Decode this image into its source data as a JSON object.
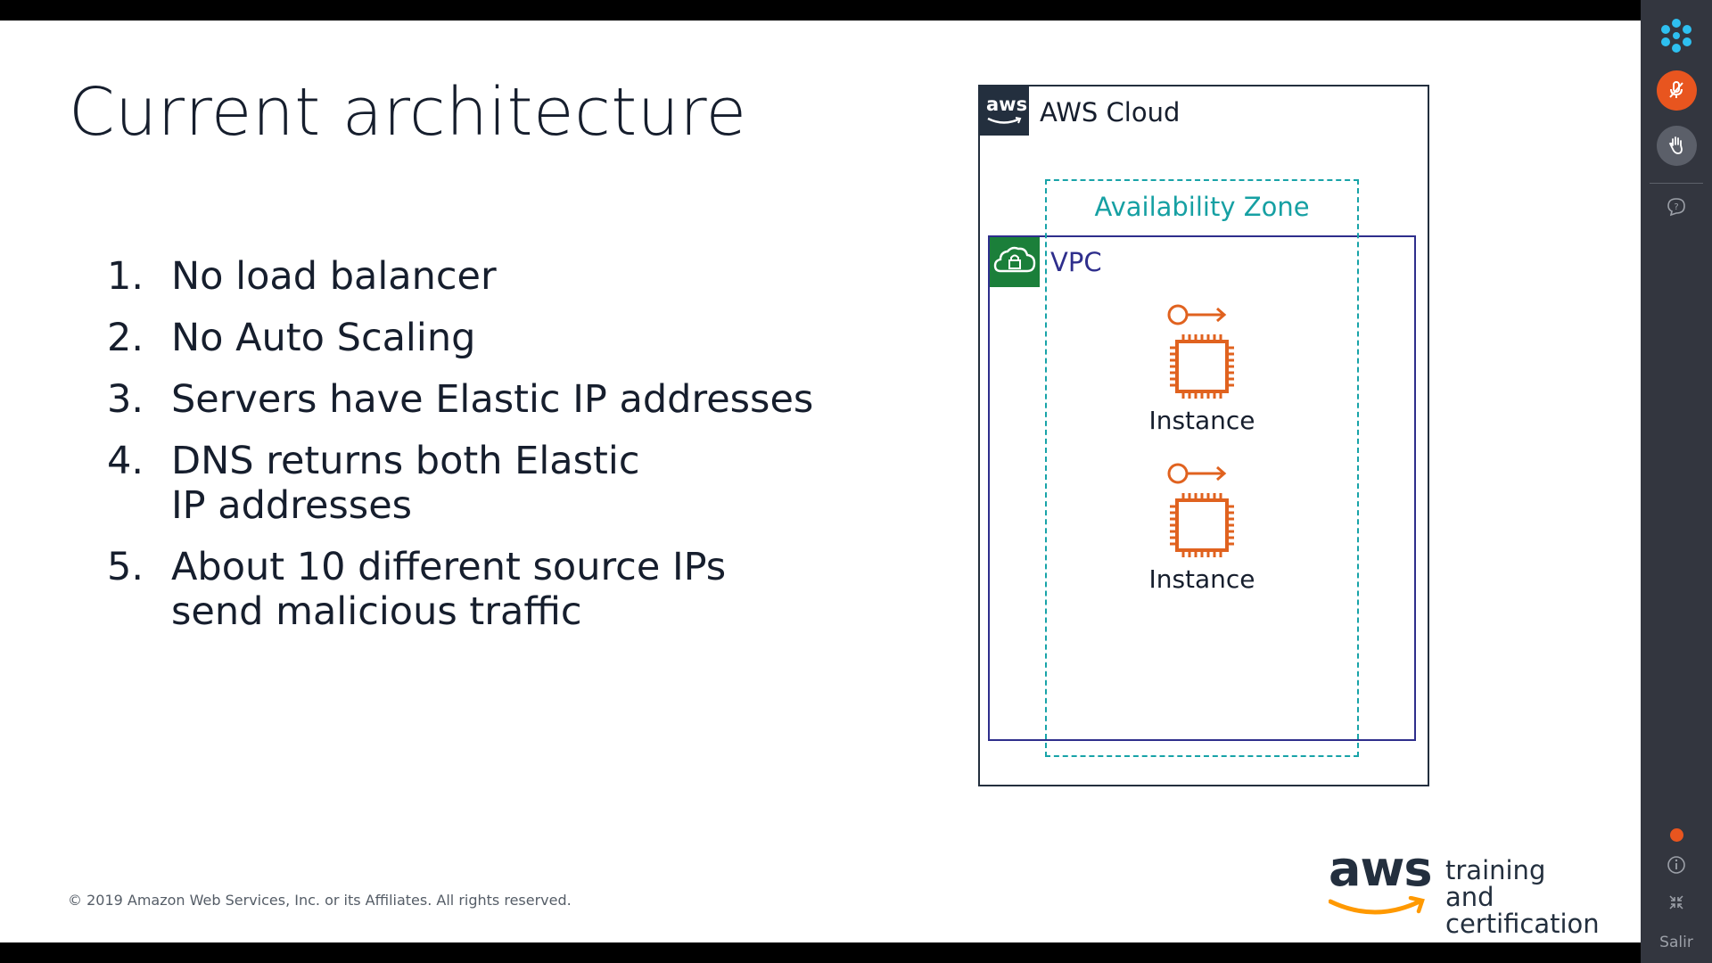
{
  "slide": {
    "title": "Current architecture",
    "items": [
      {
        "num": "1.",
        "text": "No load balancer"
      },
      {
        "num": "2.",
        "text": "No Auto Scaling"
      },
      {
        "num": "3.",
        "text": "Servers have Elastic IP addresses"
      },
      {
        "num": "4.",
        "text": "DNS returns both Elastic IP addresses"
      },
      {
        "num": "5.",
        "text": "About 10 different source IPs send malicious traffic"
      }
    ],
    "copyright": "© 2019 Amazon Web Services, Inc. or its Affiliates. All rights reserved."
  },
  "diagram": {
    "cloud_badge": "aws",
    "cloud_label": "AWS Cloud",
    "az_label": "Availability Zone",
    "vpc_label": "VPC",
    "instance_labels": [
      "Instance",
      "Instance"
    ]
  },
  "brand": {
    "logo_text": "aws",
    "line1": "training and",
    "line2": "certification"
  },
  "sidebar": {
    "items": [
      {
        "icon": "snowflake-logo-icon"
      },
      {
        "icon": "microphone-muted-icon"
      },
      {
        "icon": "raise-hand-icon"
      },
      {
        "icon": "help-icon"
      },
      {
        "icon": "recording-dot-icon"
      },
      {
        "icon": "info-icon"
      },
      {
        "icon": "collapse-icon"
      }
    ],
    "exit_label": "Salir"
  },
  "colors": {
    "accent_orange": "#e8551f",
    "az_teal": "#18a3a8",
    "vpc_purple": "#2e2e8c",
    "vpc_green": "#1b7f3a",
    "ec2_orange": "#e0621f",
    "aws_navy": "#232f3e",
    "aws_smile": "#ff9900"
  }
}
